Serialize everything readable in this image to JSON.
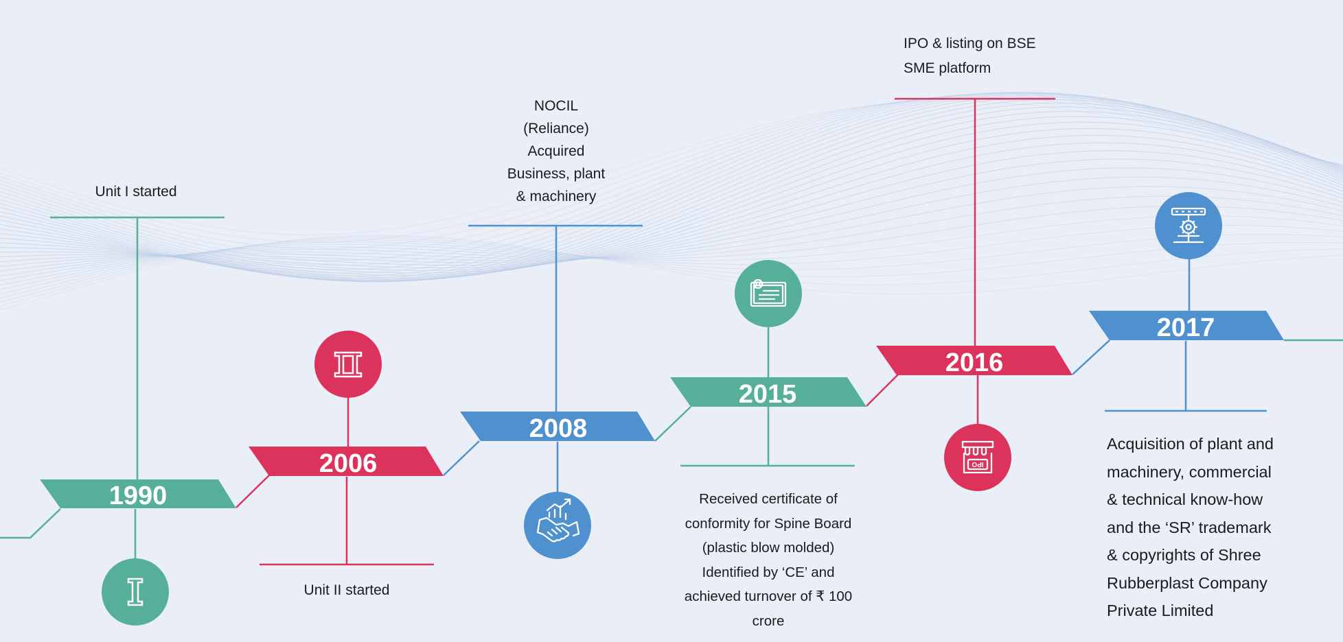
{
  "colors": {
    "green": "#55af99",
    "red": "#dc335c",
    "blue": "#4f90cf",
    "background": "#eaeef7",
    "text": "#1b1b1b"
  },
  "milestones": [
    {
      "year": "1990",
      "text": "Unit I started",
      "icon": "roman-numeral-one-icon",
      "color": "green"
    },
    {
      "year": "2006",
      "text": "Unit II started",
      "icon": "roman-numeral-two-icon",
      "color": "red"
    },
    {
      "year": "2008",
      "text": "NOCIL\n(Reliance)\nAcquired\nBusiness, plant\n& machinery",
      "icon": "handshake-growth-icon",
      "color": "blue"
    },
    {
      "year": "2015",
      "text": "Received certificate of\nconformity for Spine Board\n(plastic blow molded)\nIdentified by ‘CE’ and\nachieved turnover of ₹ 100\ncrore",
      "icon": "certificate-icon",
      "color": "green"
    },
    {
      "year": "2016",
      "text": "IPO & listing on BSE\nSME platform",
      "icon": "ipo-kiosk-icon",
      "color": "red"
    },
    {
      "year": "2017",
      "text": "Acquisition of plant and\nmachinery, commercial\n& technical know-how\nand the ‘SR’ trademark\n& copyrights of Shree\nRubberplast Company\nPrivate Limited",
      "icon": "conveyor-gear-icon",
      "color": "blue"
    }
  ]
}
